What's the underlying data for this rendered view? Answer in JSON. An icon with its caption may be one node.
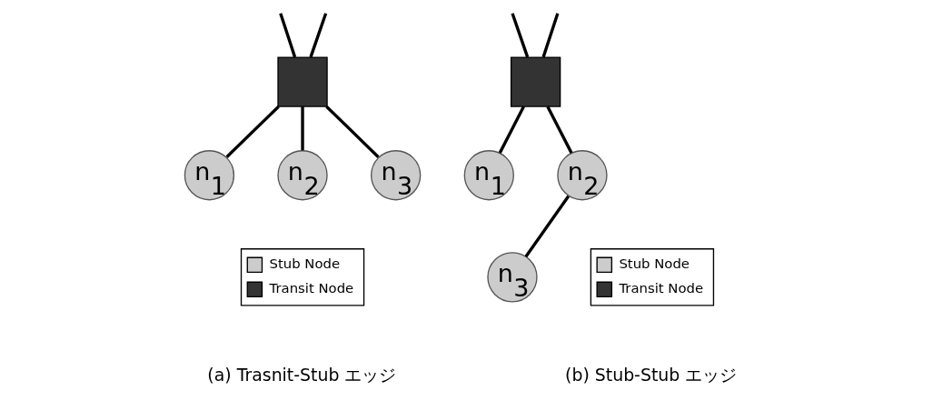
{
  "diagram": {
    "nodes": [
      {
        "text": [],
        "shape": "box"
      },
      {
        "text": [
          "n$_{1}$"
        ]
      },
      {
        "text": [
          "n$_{2}$"
        ]
      },
      {
        "text": [
          "n$_{3}$"
        ]
      },
      {
        "text": [],
        "shape": "box"
      },
      {
        "text": [
          "n$_{1}$"
        ]
      },
      {
        "text": [
          "n$_{2}$"
        ]
      },
      {
        "text": [
          "n$_{3}$"
        ]
      }
    ],
    "edges": [
      {
        "from": null,
        "to": 0,
        "arrow": "none"
      },
      {
        "from": null,
        "to": 0,
        "arrow": "none"
      },
      {
        "from": 0,
        "to": 1,
        "arrow": "none"
      },
      {
        "from": 0,
        "to": 2,
        "arrow": "none"
      },
      {
        "from": 0,
        "to": 3,
        "arrow": "none"
      },
      {
        "from": null,
        "to": 4,
        "arrow": "none"
      },
      {
        "from": null,
        "to": 4,
        "arrow": "none"
      },
      {
        "from": 4,
        "to": 5,
        "arrow": "none"
      },
      {
        "from": 4,
        "to": 6,
        "arrow": "none"
      },
      {
        "from": 6,
        "to": 7,
        "arrow": "none"
      }
    ],
    "labels": [
      "(a) Trasnit-Stub エッジ",
      "(b) Stub-Stub エッジ"
    ],
    "legend": [
      {
        "text": "Stub Node"
      },
      {
        "text": "Transit Node"
      },
      {
        "text": "Stub Node"
      },
      {
        "text": "Transit Node"
      }
    ]
  }
}
